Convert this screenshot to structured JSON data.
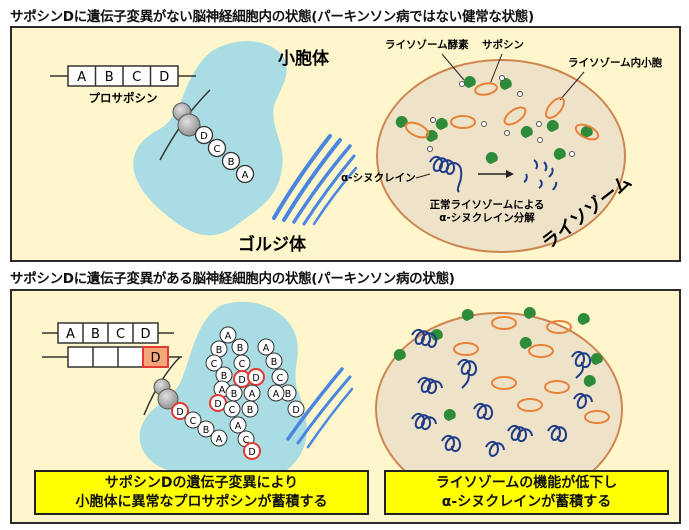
{
  "top": {
    "title": "サポシンDに遺伝子変異がない脳神経細胞内の状態(パーキンソン病ではない健常な状態)",
    "prosaposin_letters": [
      "A",
      "B",
      "C",
      "D"
    ],
    "prosaposin_label": "プロサポシン",
    "chain_letters": [
      "D",
      "C",
      "B",
      "A"
    ],
    "er_label": "小胞体",
    "golgi_label": "ゴルジ体",
    "lysosome_enzyme_label": "ライソゾーム酵素",
    "saposin_label": "サポシン",
    "vesicle_label": "ライソゾーム内小胞",
    "alpha_syn_label": "α-シヌクレイン",
    "degradation_label_1": "正常ライソゾームによる",
    "degradation_label_2": "α-シヌクレイン分解",
    "lysosome_label": "ライソゾーム"
  },
  "bottom": {
    "title": "サポシンDに遺伝子変異がある脳神経細胞内の状態(パーキンソン病の状態)",
    "prosaposin_letters": [
      "A",
      "B",
      "C",
      "D"
    ],
    "mutant_letter": "D",
    "callout_left_1": "サポシンDの遺伝子変異により",
    "callout_left_2": "小胞体に異常なプロサポシンが蓄積する",
    "callout_right_1": "ライソゾームの機能が低下し",
    "callout_right_2": "α-シヌクレインが蓄積する"
  },
  "colors": {
    "panel_bg": "#fff6cc",
    "er": "#a9dde3",
    "lysosome_fill": "#eee3c8",
    "lysosome_border": "#cd8650",
    "saposin_orange": "#e8823a",
    "enzyme_green": "#2e8b3a",
    "alpha_synuclein": "#1f3c88",
    "mutant_red": "#e53935",
    "callout_yellow": "#ffff00"
  }
}
